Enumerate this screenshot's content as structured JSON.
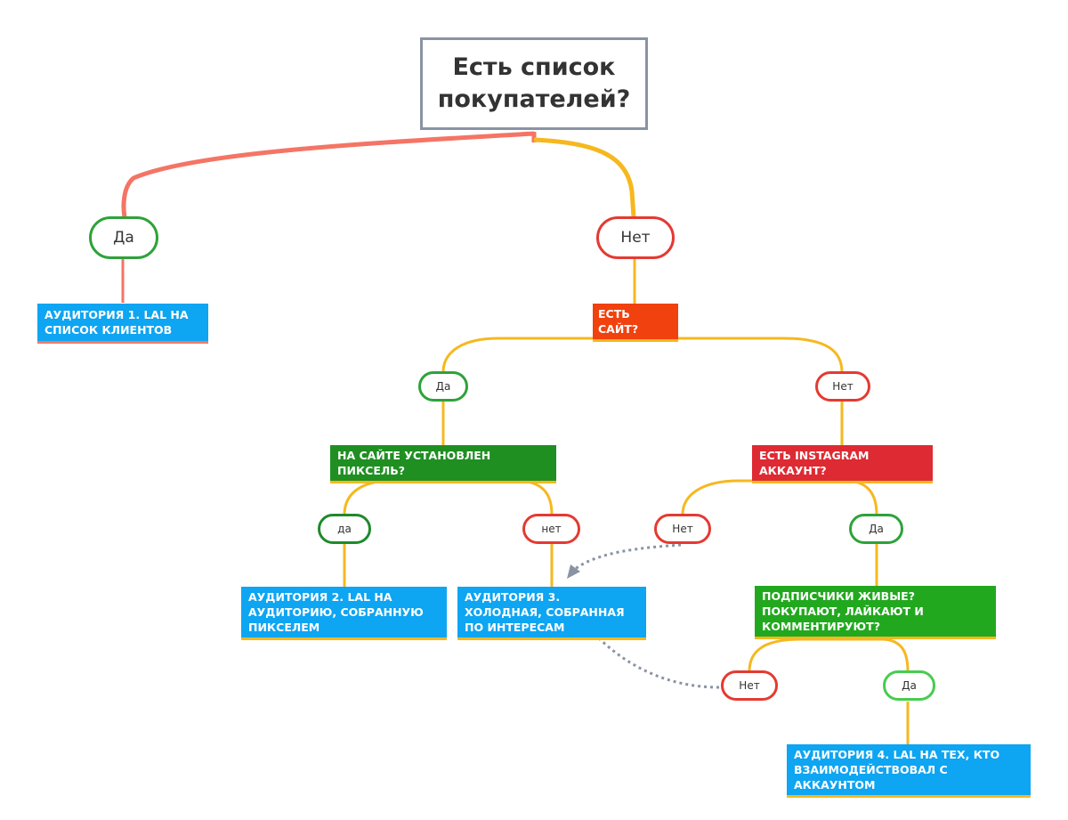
{
  "root": {
    "question": "Есть список покупателей?"
  },
  "answers": {
    "root_yes": "Да",
    "root_no": "Нет",
    "site_yes": "Да",
    "site_no": "Нет",
    "pixel_yes": "да",
    "pixel_no": "нет",
    "insta_no": "Нет",
    "insta_yes": "Да",
    "followers_no": "Нет",
    "followers_yes": "Да"
  },
  "questions": {
    "site": "ЕСТЬ САЙТ?",
    "pixel": "НА САЙТЕ УСТАНОВЛЕН ПИКСЕЛЬ?",
    "instagram": "ЕСТЬ INSTAGRAM АККАУНТ?",
    "followers": "ПОДПИСЧИКИ ЖИВЫЕ? ПОКУПАЮТ, ЛАЙКАЮТ И КОММЕНТИРУЮТ?"
  },
  "audiences": {
    "a1": "АУДИТОРИЯ 1. LAL НА СПИСОК КЛИЕНТОВ",
    "a2": "АУДИТОРИЯ 2. LAL НА АУДИТОРИЮ, СОБРАННУЮ ПИКСЕЛЕМ",
    "a3": "АУДИТОРИЯ 3. ХОЛОДНАЯ, СОБРАННАЯ ПО ИНТЕРЕСАМ",
    "a4": "АУДИТОРИЯ 4. LAL НА ТЕХ, КТО ВЗАИМОДЕЙСТВОВАЛ С АККАУНТОМ"
  },
  "colors": {
    "connector": "#f6b81f",
    "connector_salmon": "#f47565",
    "audience_box": "#0ea5f2",
    "dashed_arrow": "#8a93a3"
  }
}
